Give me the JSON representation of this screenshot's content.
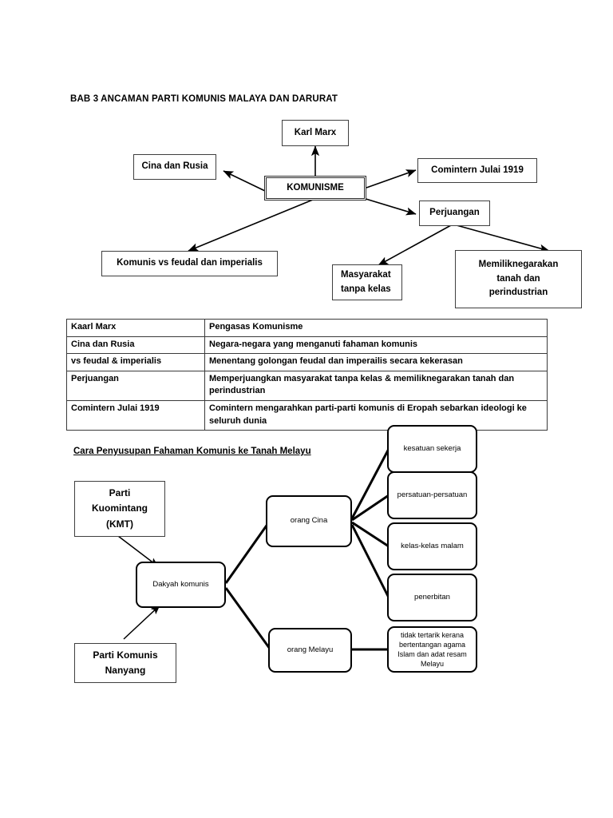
{
  "document": {
    "chapter_title": "BAB 3  ANCAMAN PARTI KOMUNIS MALAYA DAN DARURAT"
  },
  "concept_map": {
    "center": "KOMUNISME",
    "nodes": {
      "karl_marx": "Karl Marx",
      "cina_rusia": "Cina dan Rusia",
      "comintern": "Comintern Julai 1919",
      "perjuangan": "Perjuangan",
      "komunis_vs": "Komunis  vs  feudal dan imperialis",
      "masyarakat": "Masyarakat\ntanpa kelas",
      "memiliknegarakan": "Memiliknegarakan\ntanah dan\nperindustrian"
    }
  },
  "table": {
    "rows": [
      {
        "key": "Kaarl Marx",
        "value": "Pengasas Komunisme"
      },
      {
        "key": "Cina dan Rusia",
        "value": "Negara-negara yang menganuti fahaman komunis"
      },
      {
        "key": "vs feudal & imperialis",
        "value": "Menentang golongan feudal dan imperailis secara kekerasan"
      },
      {
        "key": "Perjuangan",
        "value": "Memperjuangkan masyarakat tanpa kelas & memiliknegarakan tanah dan perindustrian"
      },
      {
        "key": "Comintern Julai 1919",
        "value": "Comintern mengarahkan parti-parti komunis di Eropah sebarkan ideologi ke seluruh dunia"
      }
    ]
  },
  "flow_chart": {
    "heading": "Cara Penyusupan Fahaman Komunis ke Tanah Melayu",
    "sources": {
      "kmt": "Parti\nKuomintang\n(KMT)",
      "nanyang": "Parti Komunis\nNanyang"
    },
    "hub": "Dakyah komunis",
    "branches": {
      "cina": "orang Cina",
      "melayu": "orang Melayu"
    },
    "cina_outcomes": [
      "kesatuan sekerja",
      "persatuan-persatuan",
      "kelas-kelas malam",
      "penerbitan"
    ],
    "melayu_outcome": "tidak tertarik kerana\nbertentangan agama\nIslam dan adat resam\nMelayu"
  },
  "colors": {
    "page_background": "#ffffff",
    "text": "#000000",
    "box_border": "#3f3f3f",
    "flow_box_border": "#000000",
    "connector": "#000000"
  }
}
